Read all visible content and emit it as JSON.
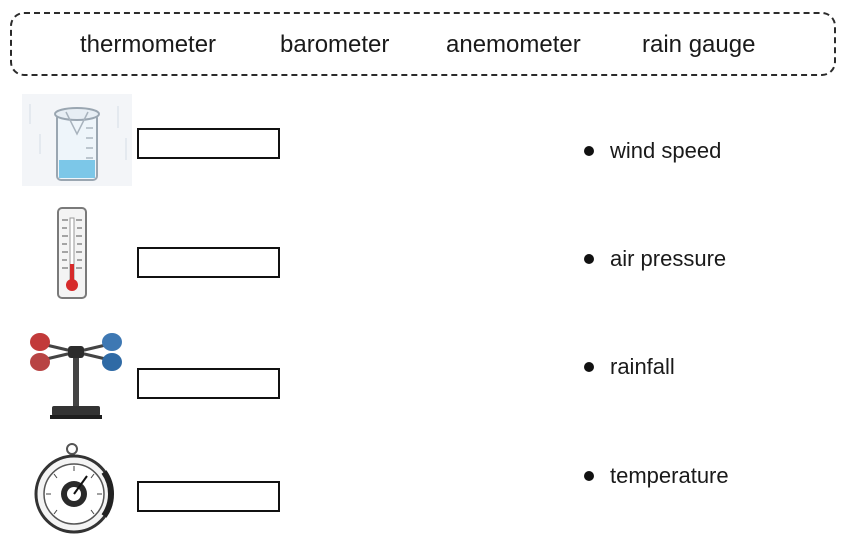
{
  "word_bank": [
    "thermometer",
    "barometer",
    "anemometer",
    "rain gauge"
  ],
  "rows": [
    {
      "icon": "rain-gauge-icon",
      "answer": ""
    },
    {
      "icon": "thermometer-icon",
      "answer": ""
    },
    {
      "icon": "anemometer-icon",
      "answer": ""
    },
    {
      "icon": "barometer-icon",
      "answer": ""
    }
  ],
  "measures": [
    "wind speed",
    "air pressure",
    "rainfall",
    "temperature"
  ]
}
